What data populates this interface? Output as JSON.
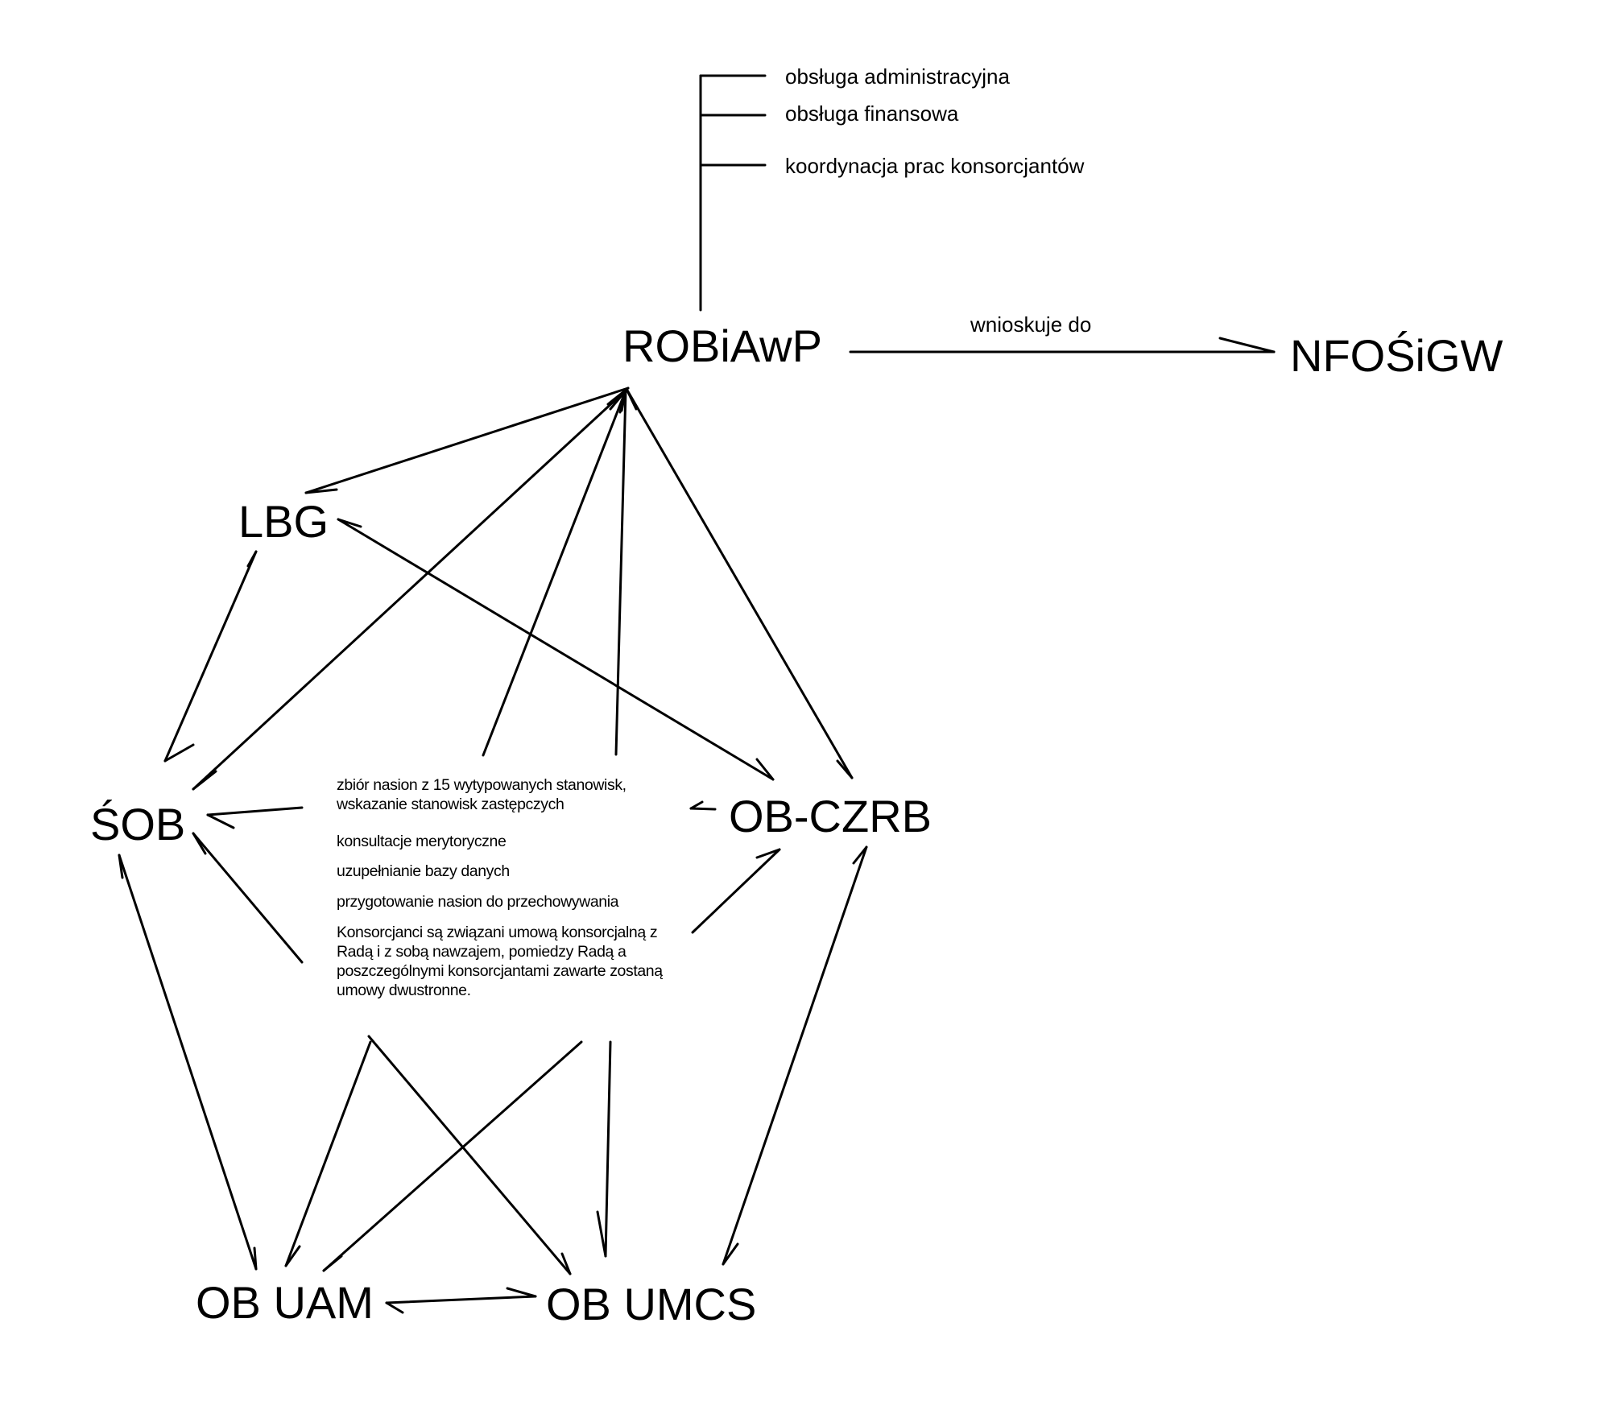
{
  "nodes": {
    "robiawp": "ROBiAwP",
    "nfosigw": "NFOŚiGW",
    "lbg": "LBG",
    "sob": "ŚOB",
    "ob_czrb": "OB-CZRB",
    "ob_uam": "OB UAM",
    "ob_umcs": "OB UMCS"
  },
  "robiawp_functions": [
    "obsługa administracyjna",
    "obsługa finansowa",
    "koordynacja prac konsorcjantów"
  ],
  "edge_label": "wnioskuje do",
  "consortium_tasks": [
    "zbiór nasion z 15 wytypowanych stanowisk, wskazanie stanowisk zastępczych",
    "konsultacje merytoryczne",
    "uzupełnianie bazy danych",
    "przygotowanie nasion do przechowywania",
    "Konsorcjanci są związani umową konsorcjalną z Radą i z sobą nawzajem, pomiedzy Radą a poszczególnymi konsorcjantami zawarte zostaną umowy dwustronne."
  ]
}
